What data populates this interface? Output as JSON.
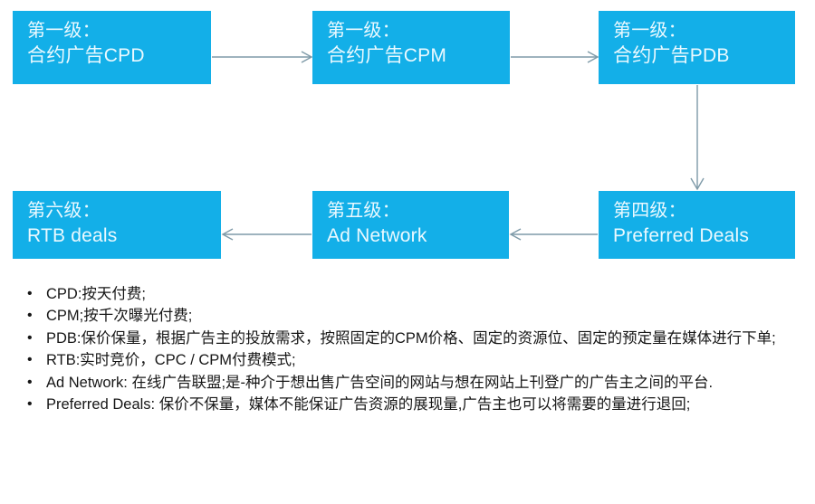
{
  "diagram": {
    "box_color": "#13AFE8",
    "box_text_color": "#EAF9FF",
    "arrow_color": "#7E9AA8",
    "boxes": [
      {
        "id": "cpd",
        "level": "第一级：",
        "name": "合约广告CPD"
      },
      {
        "id": "cpm",
        "level": "第一级：",
        "name": "合约广告CPM"
      },
      {
        "id": "pdb",
        "level": "第一级：",
        "name": "合约广告PDB"
      },
      {
        "id": "rtb",
        "level": "第六级：",
        "name": "RTB deals"
      },
      {
        "id": "adn",
        "level": "第五级：",
        "name": "Ad Network"
      },
      {
        "id": "pref",
        "level": "第四级：",
        "name": "Preferred Deals"
      }
    ],
    "arrows": [
      {
        "name": "arrow-cpd-to-cpm",
        "from": "cpd",
        "to": "cpm",
        "direction": "right"
      },
      {
        "name": "arrow-cpm-to-pdb",
        "from": "cpm",
        "to": "pdb",
        "direction": "right"
      },
      {
        "name": "arrow-pdb-to-pref",
        "from": "pdb",
        "to": "pref",
        "direction": "down"
      },
      {
        "name": "arrow-pref-to-adn",
        "from": "pref",
        "to": "adn",
        "direction": "left"
      },
      {
        "name": "arrow-adn-to-rtb",
        "from": "adn",
        "to": "rtb",
        "direction": "left"
      }
    ]
  },
  "notes": {
    "bullet_glyph": "•",
    "items": [
      {
        "text": "CPD:按天付费;"
      },
      {
        "text": "CPM;按千次曝光付费;"
      },
      {
        "text": "PDB:保价保量，根据广告主的投放需求，按照固定的CPM价格、固定的资源位、固定的预定量在媒体进行下单;"
      },
      {
        "text": "RTB:实时竞价，CPC / CPM付费模式;"
      },
      {
        "text": "Ad Network: 在线广告联盟;是-种介于想出售广告空间的网站与想在网站上刊登广的广告主之间的平台."
      },
      {
        "text": "Preferred Deals: 保价不保量，媒体不能保证广告资源的展现量,广告主也可以将需要的量进行退回;"
      }
    ]
  }
}
